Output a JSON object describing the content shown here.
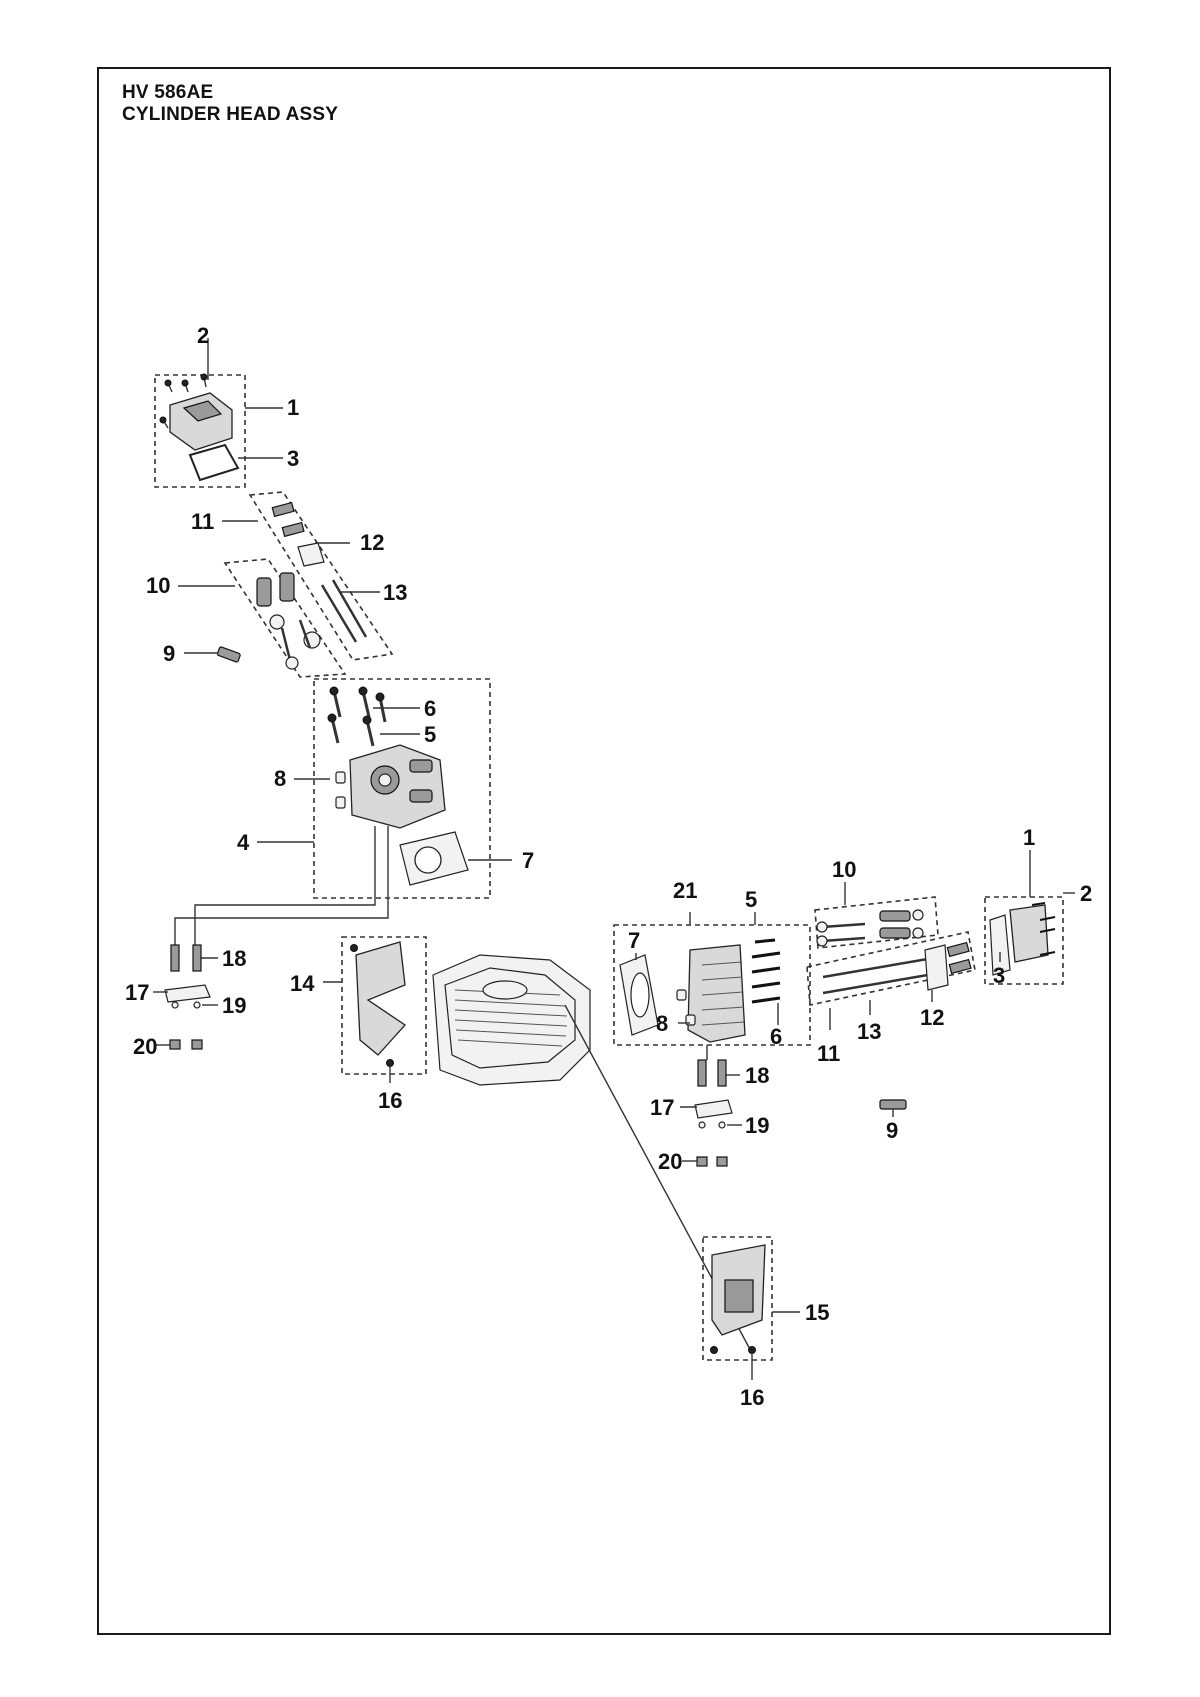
{
  "header": {
    "model": "HV 586AE",
    "assembly": "CYLINDER HEAD ASSY"
  },
  "callouts": {
    "l_2": "2",
    "l_1": "1",
    "l_3": "3",
    "l_11": "11",
    "l_12": "12",
    "l_10": "10",
    "l_13": "13",
    "l_9": "9",
    "l_6": "6",
    "l_5": "5",
    "l_8": "8",
    "l_4": "4",
    "l_7": "7",
    "l_18": "18",
    "l_17": "17",
    "l_19": "19",
    "l_20": "20",
    "l_14": "14",
    "l_16": "16",
    "r_1": "1",
    "r_2": "2",
    "r_3": "3",
    "r_10": "10",
    "r_21": "21",
    "r_5": "5",
    "r_7": "7",
    "r_8": "8",
    "r_6": "6",
    "r_13": "13",
    "r_12": "12",
    "r_11": "11",
    "r_9": "9",
    "r_18": "18",
    "r_17": "17",
    "r_19": "19",
    "r_20": "20",
    "r_15": "15",
    "r_16": "16"
  },
  "colors": {
    "line": "#1a1a1a",
    "part_fill": "#d9d9d9",
    "background": "#ffffff"
  }
}
